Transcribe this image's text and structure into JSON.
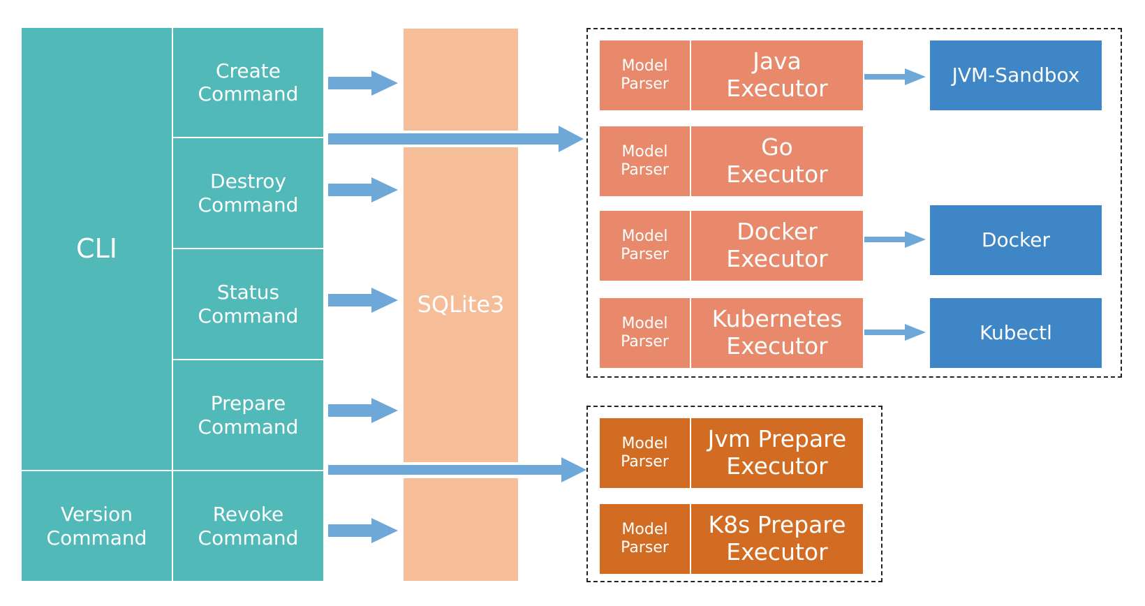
{
  "cli": {
    "title": "CLI",
    "version": "Version\nCommand",
    "commands": [
      "Create\nCommand",
      "Destroy\nCommand",
      "Status\nCommand",
      "Prepare\nCommand",
      "Revoke\nCommand"
    ]
  },
  "storage": {
    "label": "SQLite3"
  },
  "executors": [
    {
      "parser": "Model\nParser",
      "name": "Java\nExecutor",
      "target": "JVM-Sandbox"
    },
    {
      "parser": "Model\nParser",
      "name": "Go\nExecutor",
      "target": ""
    },
    {
      "parser": "Model\nParser",
      "name": "Docker\nExecutor",
      "target": "Docker"
    },
    {
      "parser": "Model\nParser",
      "name": "Kubernetes\nExecutor",
      "target": "Kubectl"
    }
  ],
  "prepare_executors": [
    {
      "parser": "Model\nParser",
      "name": "Jvm Prepare\nExecutor"
    },
    {
      "parser": "Model\nParser",
      "name": "K8s Prepare\nExecutor"
    }
  ],
  "colors": {
    "teal": "#52b9b9",
    "salmon": "#e8896c",
    "orange": "#d26c22",
    "blue": "#3e86c5",
    "peach": "#f5bd98",
    "arrow": "#6ea8d8"
  }
}
